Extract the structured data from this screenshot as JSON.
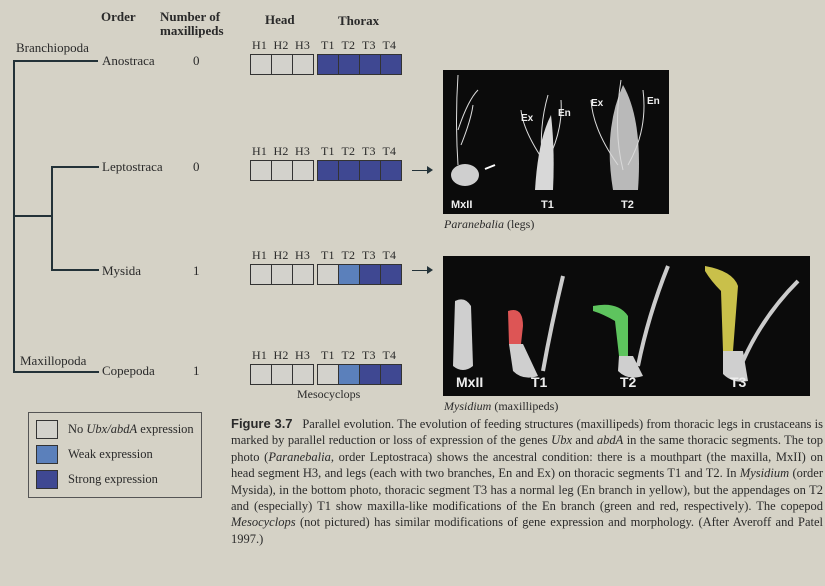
{
  "colors": {
    "none": "#d3d2cc",
    "weak": "#5b80bb",
    "strong": "#3f4892",
    "background": "#d5d2c6"
  },
  "headers": {
    "order": "Order",
    "number": "Number of maxillipeds",
    "head": "Head",
    "thorax": "Thorax"
  },
  "clades": {
    "branchiopoda": "Branchiopoda",
    "maxillopoda": "Maxillopoda"
  },
  "head_labels": [
    "H1",
    "H2",
    "H3"
  ],
  "thorax_labels": [
    "T1",
    "T2",
    "T3",
    "T4"
  ],
  "rows": [
    {
      "order": "Anostraca",
      "count": "0",
      "head": [
        "none",
        "none",
        "none"
      ],
      "thorax": [
        "strong",
        "strong",
        "strong",
        "strong"
      ]
    },
    {
      "order": "Leptostraca",
      "count": "0",
      "head": [
        "none",
        "none",
        "none"
      ],
      "thorax": [
        "strong",
        "strong",
        "strong",
        "strong"
      ]
    },
    {
      "order": "Mysida",
      "count": "1",
      "head": [
        "none",
        "none",
        "none"
      ],
      "thorax": [
        "none",
        "weak",
        "strong",
        "strong"
      ]
    },
    {
      "order": "Copepoda",
      "count": "1",
      "head": [
        "none",
        "none",
        "none"
      ],
      "thorax": [
        "none",
        "weak",
        "strong",
        "strong"
      ],
      "note": "Mesocyclops"
    }
  ],
  "photo_top": {
    "labels": [
      "MxII",
      "T1",
      "T2"
    ],
    "branch_labels": [
      "Ex",
      "En",
      "Ex",
      "En"
    ],
    "caption_italic": "Paranebalia",
    "caption_rest": " (legs)"
  },
  "photo_bottom": {
    "labels": [
      "MxII",
      "T1",
      "T2",
      "T3"
    ],
    "caption_italic": "Mysidium",
    "caption_rest": " (maxillipeds)"
  },
  "legend": {
    "none_pre": "No ",
    "none_italic": "Ubx/abdA",
    "none_post": " expression",
    "weak": "Weak expression",
    "strong": "Strong expression"
  },
  "caption": {
    "figure": "Figure 3.7",
    "p1": "Parallel evolution. The evolution of feeding structures (maxillipeds) from thoracic legs in crustaceans is marked by parallel reduction or loss of expression of the genes ",
    "ubx": "Ubx",
    "p2": " and ",
    "abda": "abdA",
    "p3": " in the same thoracic segments. The top photo (",
    "paranebalia": "Paranebalia",
    "p4": ", order Leptostraca) shows the ancestral condition: there is a mouthpart (the maxilla, MxII) on head segment H3, and legs (each with two branches, En and Ex) on thoracic segments T1 and T2. In ",
    "mysidium": "Mysidium",
    "p5": " (order Mysida), in the bottom photo, thoracic segment T3 has a normal leg (En branch in yellow), but the appendages on T2 and (especially) T1 show maxilla-like modifications of the En branch (green and red, respectively). The copepod ",
    "mesocyclops": "Mesocyclops",
    "p6": " (not pictured) has similar modifications of gene expression and morphology. (After Averoff and Patel 1997.)"
  }
}
